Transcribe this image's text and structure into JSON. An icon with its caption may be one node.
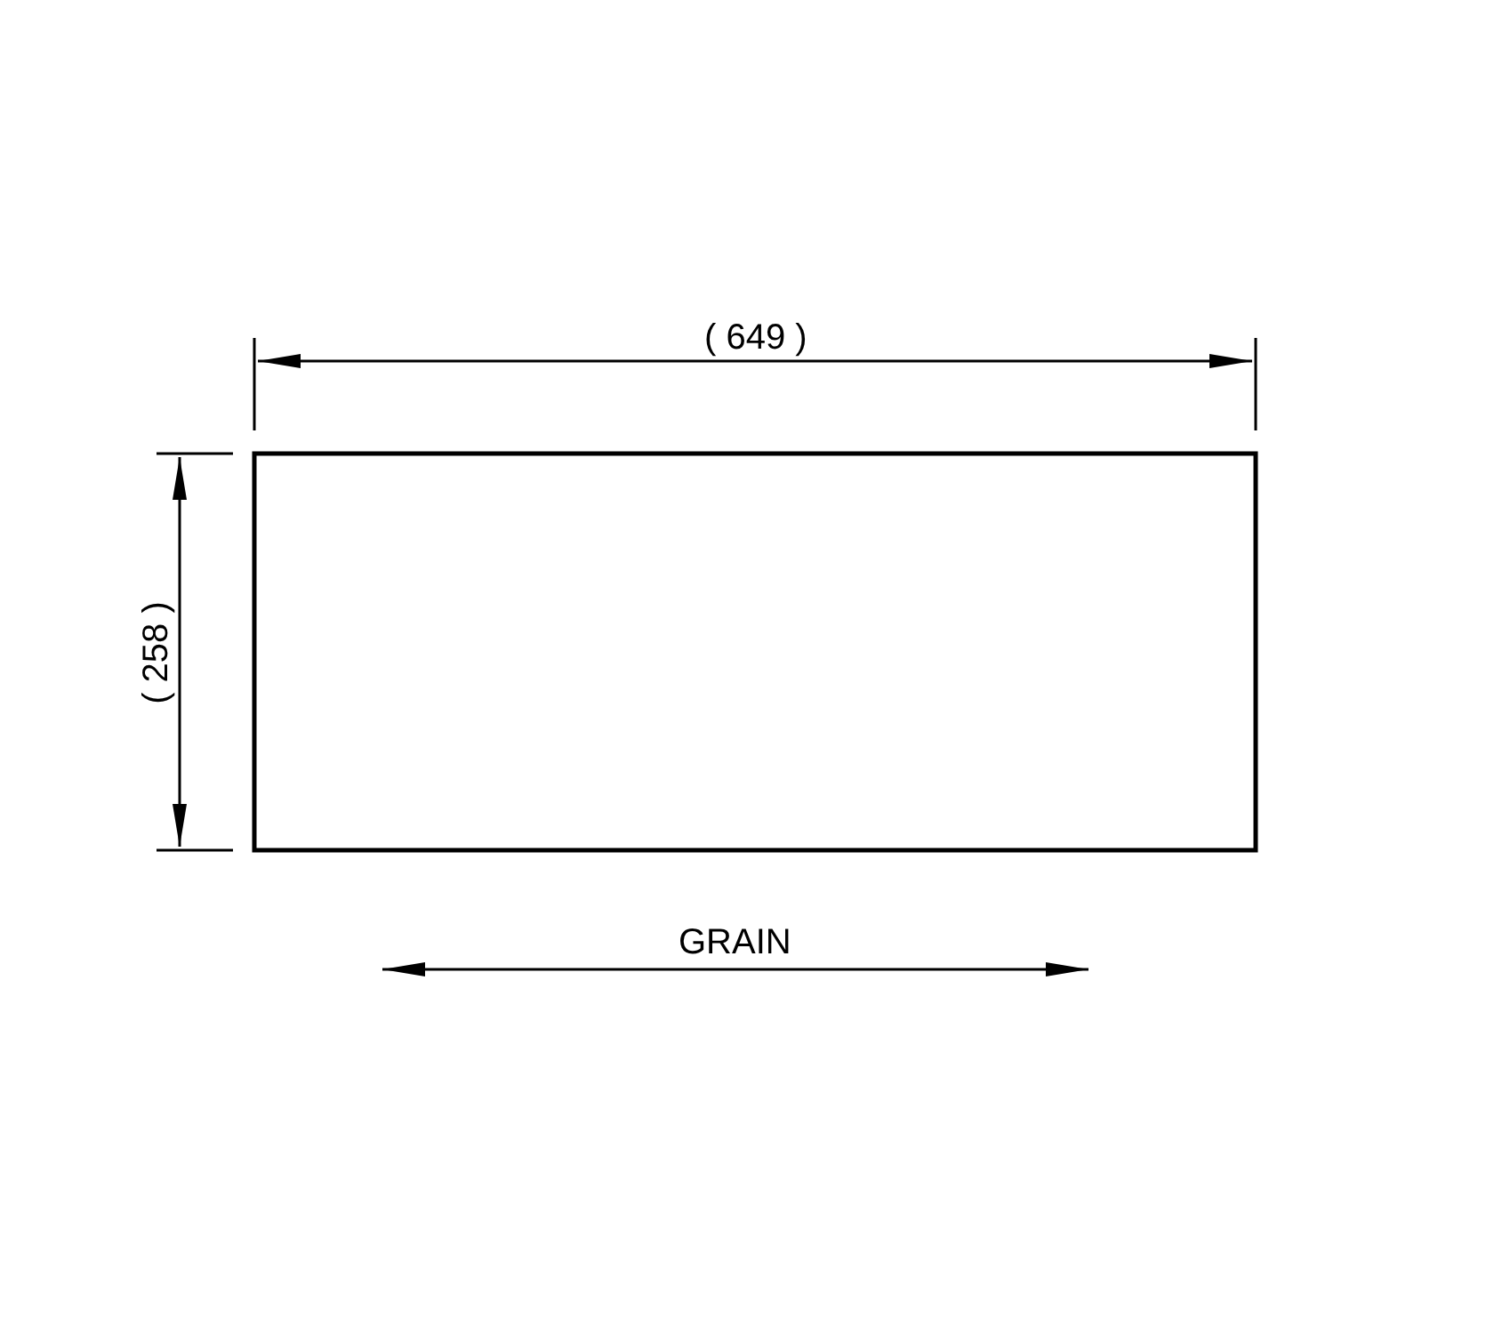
{
  "diagram": {
    "labels": [
      "( 649 )",
      "( 258 )",
      "GRAIN"
    ]
  }
}
